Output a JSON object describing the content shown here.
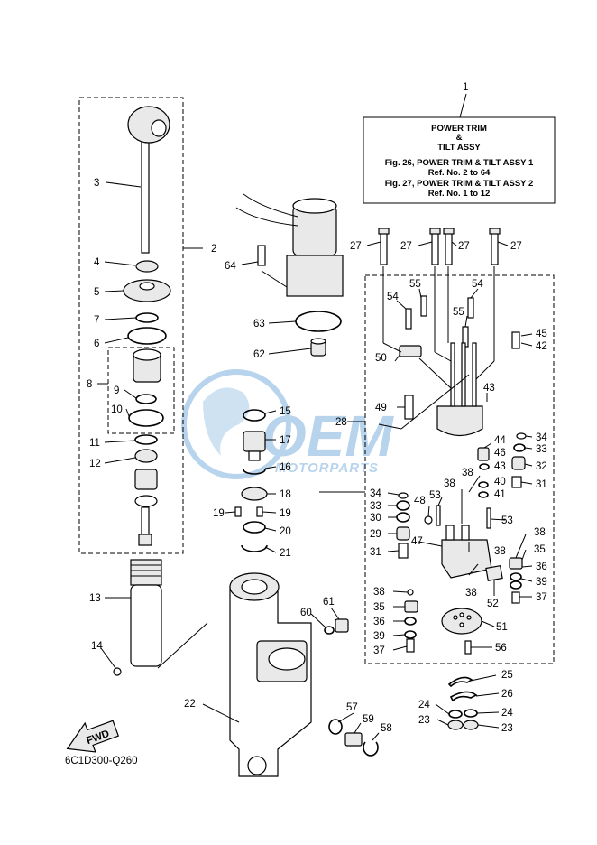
{
  "info_box": {
    "ref_number": "1",
    "line1": "POWER TRIM",
    "line2": "&",
    "line3": "TILT ASSY",
    "line4": "Fig. 26, POWER TRIM & TILT ASSY 1",
    "line5": "Ref. No. 2 to 64",
    "line6": "Fig. 27, POWER TRIM & TILT ASSY 2",
    "line7": "Ref. No. 1 to 12"
  },
  "watermark": {
    "brand": "OEM",
    "tagline": "MOTORPARTS"
  },
  "fwd_label": "FWD",
  "diagram_code": "6C1D300-Q260",
  "colors": {
    "watermark_blue": "#7fb2e0",
    "line": "#000000"
  },
  "callouts": {
    "c2": "2",
    "c3": "3",
    "c4": "4",
    "c5": "5",
    "c6": "6",
    "c7": "7",
    "c8": "8",
    "c9": "9",
    "c10": "10",
    "c11": "11",
    "c12": "12",
    "c13": "13",
    "c14": "14",
    "c15": "15",
    "c16": "16",
    "c17": "17",
    "c18": "18",
    "c19a": "19",
    "c19b": "19",
    "c20": "20",
    "c21": "21",
    "c22": "22",
    "c23a": "23",
    "c23b": "23",
    "c24a": "24",
    "c24b": "24",
    "c25": "25",
    "c26": "26",
    "c27a": "27",
    "c27b": "27",
    "c27c": "27",
    "c27d": "27",
    "c28": "28",
    "c29": "29",
    "c30": "30",
    "c31a": "31",
    "c31b": "31",
    "c32": "32",
    "c33a": "33",
    "c33b": "33",
    "c34a": "34",
    "c34b": "34",
    "c35a": "35",
    "c35b": "35",
    "c36a": "36",
    "c36b": "36",
    "c37a": "37",
    "c37b": "37",
    "c38a": "38",
    "c38b": "38",
    "c38c": "38",
    "c38d": "38",
    "c38e": "38",
    "c39a": "39",
    "c39b": "39",
    "c40": "40",
    "c41": "41",
    "c42": "42",
    "c43a": "43",
    "c43b": "43",
    "c44": "44",
    "c45": "45",
    "c46": "46",
    "c47": "47",
    "c48": "48",
    "c49": "49",
    "c50": "50",
    "c51": "51",
    "c52": "52",
    "c53a": "53",
    "c53b": "53",
    "c54a": "54",
    "c54b": "54",
    "c55a": "55",
    "c55b": "55",
    "c56": "56",
    "c57": "57",
    "c58": "58",
    "c59": "59",
    "c60": "60",
    "c61": "61",
    "c62": "62",
    "c63": "63",
    "c64": "64"
  }
}
